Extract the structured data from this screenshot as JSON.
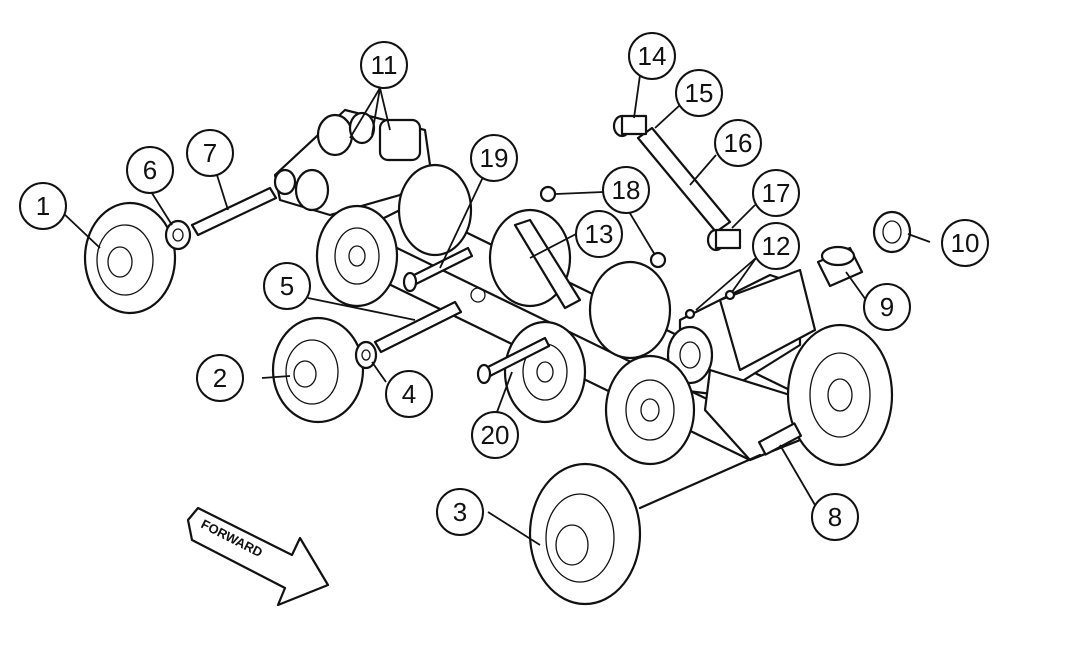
{
  "diagram": {
    "forward_label": "FORWARD",
    "callouts": [
      {
        "id": "1",
        "label": "1"
      },
      {
        "id": "2",
        "label": "2"
      },
      {
        "id": "3",
        "label": "3"
      },
      {
        "id": "4",
        "label": "4"
      },
      {
        "id": "5",
        "label": "5"
      },
      {
        "id": "6",
        "label": "6"
      },
      {
        "id": "7",
        "label": "7"
      },
      {
        "id": "8",
        "label": "8"
      },
      {
        "id": "9",
        "label": "9"
      },
      {
        "id": "10",
        "label": "10"
      },
      {
        "id": "11",
        "label": "11"
      },
      {
        "id": "12",
        "label": "12"
      },
      {
        "id": "13",
        "label": "13"
      },
      {
        "id": "14",
        "label": "14"
      },
      {
        "id": "15",
        "label": "15"
      },
      {
        "id": "16",
        "label": "16"
      },
      {
        "id": "17",
        "label": "17"
      },
      {
        "id": "18",
        "label": "18"
      },
      {
        "id": "19",
        "label": "19"
      },
      {
        "id": "20",
        "label": "20"
      }
    ]
  }
}
